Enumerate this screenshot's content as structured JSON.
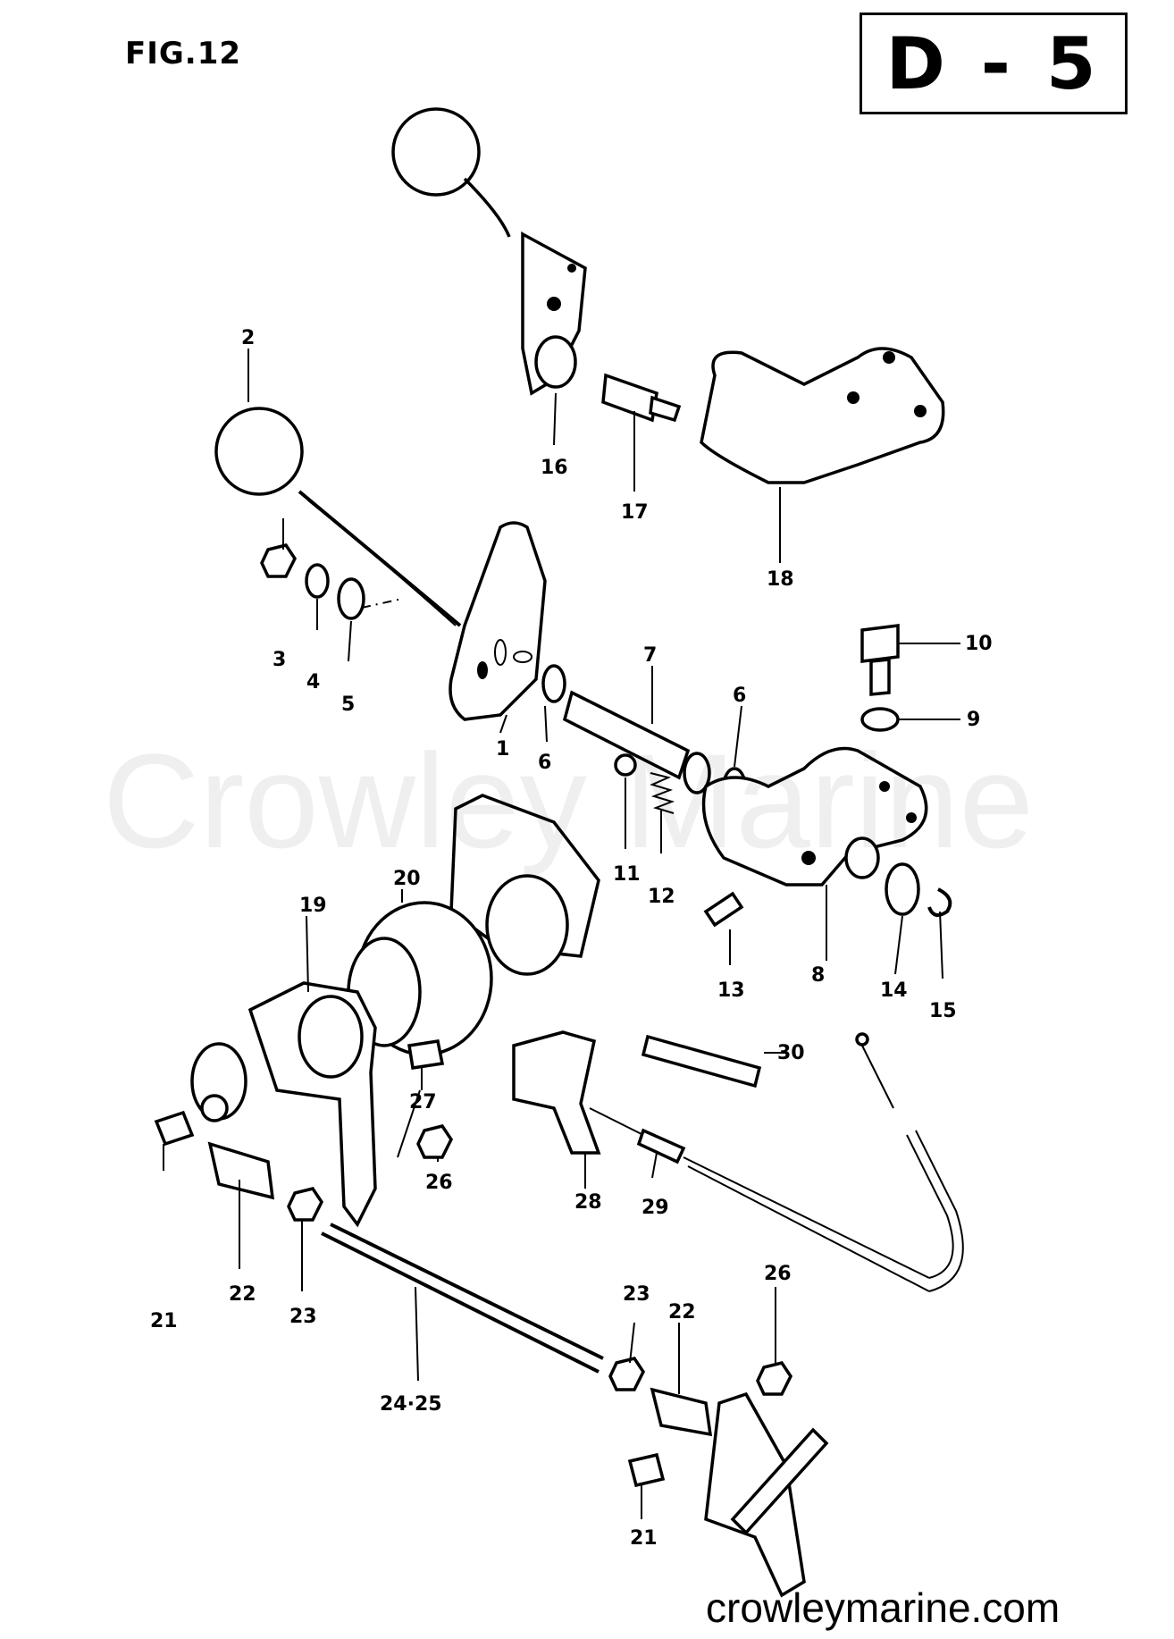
{
  "figure": {
    "label": "FIG.12",
    "section_code": "D - 5"
  },
  "watermark": "Crowley Marine",
  "site": "crowleymarine.com",
  "callouts": [
    "1",
    "2",
    "3",
    "4",
    "5",
    "6",
    "6",
    "7",
    "8",
    "9",
    "10",
    "11",
    "12",
    "13",
    "14",
    "15",
    "16",
    "17",
    "18",
    "19",
    "20",
    "21",
    "21",
    "22",
    "22",
    "23",
    "23",
    "24·25",
    "26",
    "26",
    "27",
    "28",
    "29",
    "30"
  ]
}
